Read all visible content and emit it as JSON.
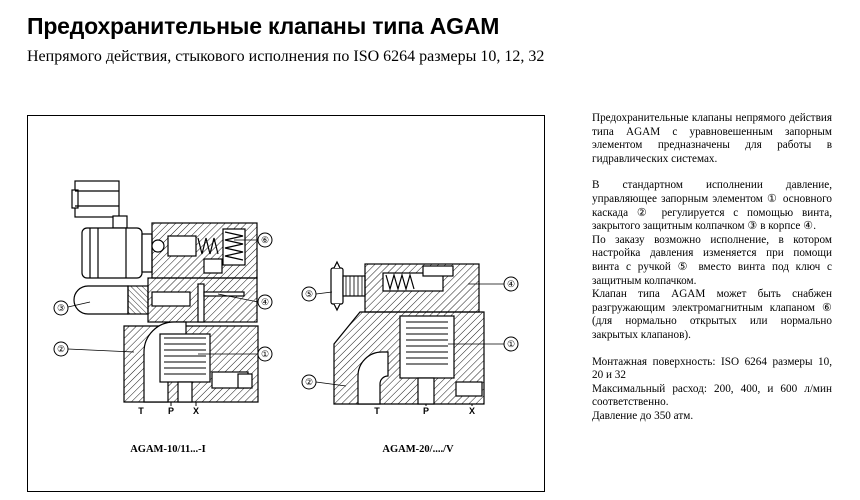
{
  "header": {
    "title": "Предохранительные клапаны типа AGAM",
    "subtitle": "Непрямого действия, стыкового исполнения по ISO 6264 размеры 10, 12, 32"
  },
  "figure": {
    "left_valve": {
      "caption": "AGAM-10/11...-I",
      "ports": [
        "T",
        "P",
        "X"
      ],
      "callouts": [
        "③",
        "②",
        "⑥",
        "④",
        "①"
      ]
    },
    "right_valve": {
      "caption": "AGAM-20/..../V",
      "ports": [
        "T",
        "P",
        "X"
      ],
      "callouts": [
        "⑤",
        "②",
        "④",
        "①"
      ]
    }
  },
  "description": {
    "p1": "Предохранительные клапаны непрямого действия типа AGAM с уравновешенным запорным элементом предназначены для работы в гидравлических системах.",
    "p2": "В стандартном исполнении давление, управляющее запорным элементом ① основного каскада ② регулируется с помощью винта, закрытого защитным колпачком ③ в корпсе ④.",
    "p3": "По заказу возможно исполнение, в котором настройка давления изменяется при помощи винта с ручкой ⑤ вместо винта под ключ с защитным колпачком.",
    "p4": "Клапан типа AGAM может быть снабжен разгружающим электромагнитным клапаном ⑥ (для нормально открытых или нормально закрытых клапанов).",
    "p5": "Монтажная поверхность: ISO 6264 размеры 10, 20 и 32",
    "p6": "Максимальный расход: 200, 400, и 600 л/мин соответственно.",
    "p7": "Давление до 350 атм."
  }
}
